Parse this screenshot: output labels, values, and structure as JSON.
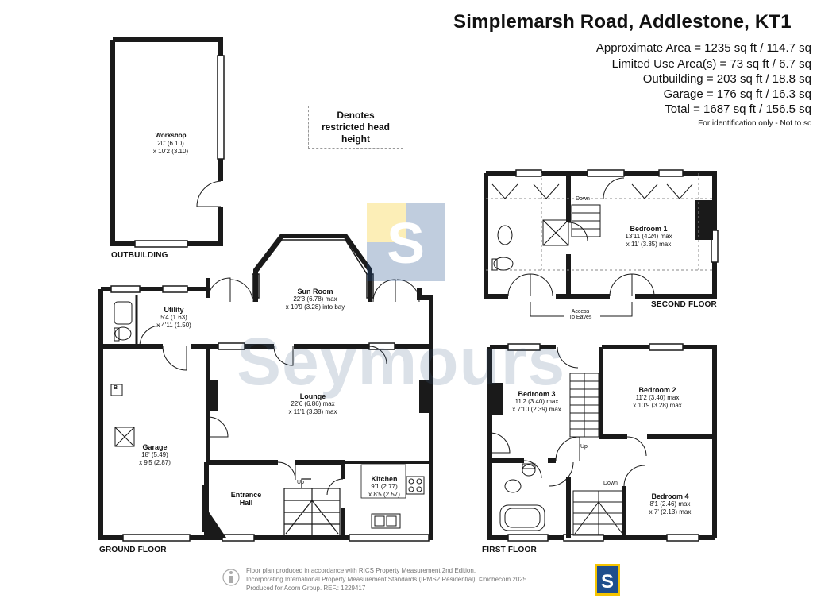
{
  "header": {
    "address": "Simplemarsh Road, Addlestone, KT1",
    "areas": [
      "Approximate Area = 1235 sq ft / 114.7 sq",
      "Limited Use Area(s) = 73 sq ft / 6.7 sq",
      "Outbuilding = 203 sq ft / 18.8 sq",
      "Garage = 176 sq ft / 16.3 sq",
      "Total = 1687 sq ft / 156.5 sq"
    ],
    "note": "For identification only - Not to sc"
  },
  "legend": {
    "restricted": "Denotes restricted head height"
  },
  "watermark": "Seymours",
  "floors": {
    "outbuilding": "OUTBUILDING",
    "ground": "GROUND FLOOR",
    "first": "FIRST FLOOR",
    "second": "SECOND FLOOR"
  },
  "rooms": {
    "workshop": {
      "name": "Workshop",
      "dim1": "20' (6.10)",
      "dim2": "x 10'2 (3.10)"
    },
    "sunroom": {
      "name": "Sun Room",
      "dim1": "22'3 (6.78) max",
      "dim2": "x 10'9 (3.28) into bay"
    },
    "utility": {
      "name": "Utility",
      "dim1": "5'4 (1.63)",
      "dim2": "x 4'11 (1.50)"
    },
    "lounge": {
      "name": "Lounge",
      "dim1": "22'6 (6.86) max",
      "dim2": "x 11'1 (3.38) max"
    },
    "garage": {
      "name": "Garage",
      "dim1": "18' (5.49)",
      "dim2": "x 9'5 (2.87)"
    },
    "hall": {
      "name1": "Entrance",
      "name2": "Hall"
    },
    "kitchen": {
      "name": "Kitchen",
      "dim1": "9'1 (2.77)",
      "dim2": "x 8'5 (2.57)"
    },
    "bedroom1": {
      "name": "Bedroom 1",
      "dim1": "13'11 (4.24) max",
      "dim2": "x 11' (3.35) max"
    },
    "bedroom2": {
      "name": "Bedroom 2",
      "dim1": "11'2 (3.40) max",
      "dim2": "x 10'9 (3.28) max"
    },
    "bedroom3": {
      "name": "Bedroom 3",
      "dim1": "11'2 (3.40) max",
      "dim2": "x 7'10 (2.39) max"
    },
    "bedroom4": {
      "name": "Bedroom 4",
      "dim1": "8'1 (2.46) max",
      "dim2": "x 7' (2.13) max"
    }
  },
  "labels": {
    "b": "B",
    "up_ground": "Up",
    "up_first": "Up",
    "down_first": "Down",
    "down_second": "Down",
    "access1": "Access",
    "access2": "To Eaves"
  },
  "footer": {
    "line1": "Floor plan produced in accordance with RICS Property Measurement 2nd Edition,",
    "line2": "Incorporating International Property Measurement Standards (IPMS2 Residential).  ©nichecom 2025.",
    "line3": "Produced for Acorn Group.    REF.: 1229417"
  },
  "colors": {
    "wall": "#1a1a1a",
    "logo_blue": "#1f4e8c",
    "logo_yellow": "#f5c400"
  }
}
